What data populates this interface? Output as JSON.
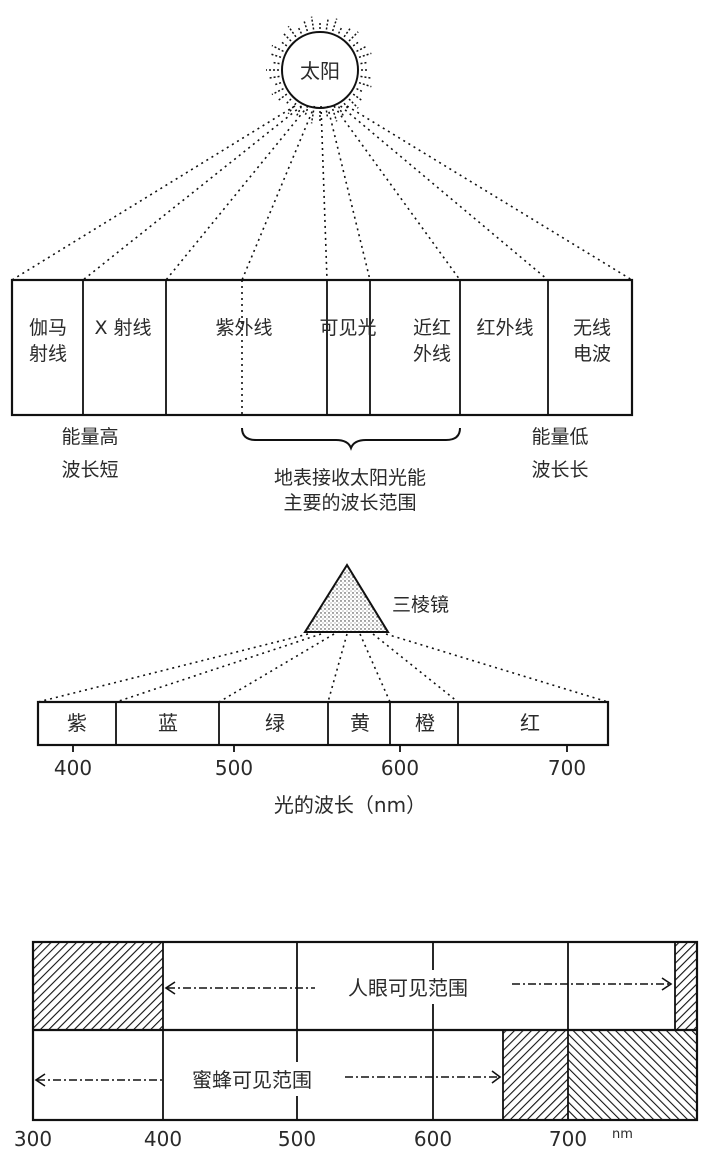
{
  "sun": {
    "label": "太阳"
  },
  "em_spectrum": {
    "bands": [
      {
        "line1": "伽马",
        "line2": "射线"
      },
      {
        "line1": "X 射线"
      },
      {
        "line1": "紫外线"
      },
      {
        "line1": "可见光"
      },
      {
        "line1": "近红",
        "line2": "外线"
      },
      {
        "line1": "红外线"
      },
      {
        "line1": "无线",
        "line2": "电波"
      }
    ],
    "left_note": {
      "line1": "能量高",
      "line2": "波长短"
    },
    "right_note": {
      "line1": "能量低",
      "line2": "波长长"
    },
    "brace_note": {
      "line1": "地表接收太阳光能",
      "line2": "主要的波长范围"
    }
  },
  "prism": {
    "label": "三棱镜",
    "colors": [
      "紫",
      "蓝",
      "绿",
      "黄",
      "橙",
      "红"
    ],
    "ticks": [
      "400",
      "500",
      "600",
      "700"
    ],
    "axis_label": "光的波长（nm）"
  },
  "vision": {
    "human_label": "人眼可见范围",
    "bee_label": "蜜蜂可见范围",
    "ticks": [
      "300",
      "400",
      "500",
      "600",
      "700"
    ],
    "unit": "nm",
    "human_range_nm": [
      400,
      760
    ],
    "bee_range_nm": [
      300,
      650
    ]
  }
}
